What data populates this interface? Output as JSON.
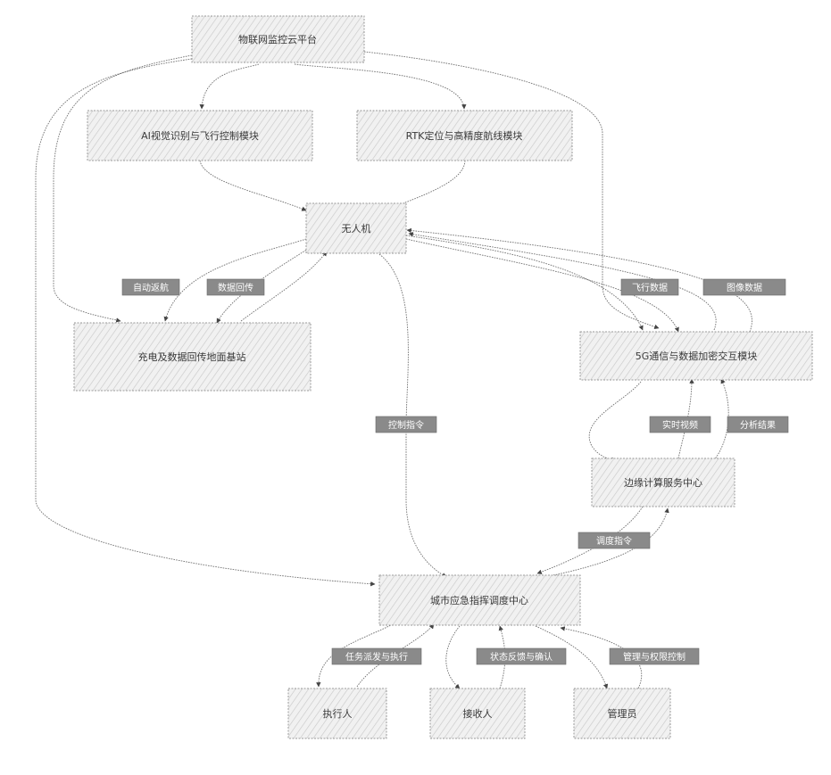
{
  "nodes": {
    "platform": "物联网监控云平台",
    "ai_module": "AI视觉识别与飞行控制模块",
    "rtk_module": "RTK定位与高精度航线模块",
    "drone": "无人机",
    "charging_station": "充电及数据回传地面基站",
    "gimbal": "5G通信与数据加密交互模块",
    "edge_server": "边缘计算服务中心",
    "command_center": "城市应急指挥调度中心",
    "person1": "执行人",
    "person2": "接收人",
    "person3": "管理员"
  },
  "edge_labels": {
    "charge_return": "自动返航",
    "data_upload": "数据回传",
    "flight_data": "飞行数据",
    "image_data": "图像数据",
    "control_cmd": "控制指令",
    "realtime_video": "实时视频",
    "analysis_result": "分析结果",
    "dispatch_cmd": "调度指令",
    "task_assign": "任务派发与执行",
    "status_feedback": "状态反馈与确认",
    "management_cmd": "管理与权限控制"
  }
}
